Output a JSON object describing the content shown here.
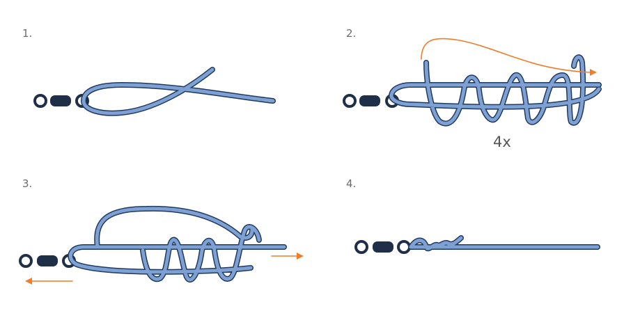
{
  "steps": [
    {
      "number": "1."
    },
    {
      "number": "2.",
      "wrap_count": "4x"
    },
    {
      "number": "3."
    },
    {
      "number": "4."
    }
  ],
  "colors": {
    "line_fill": "#7ea0d2",
    "line_outline": "#1f3a5f",
    "swivel": "#1f2f47",
    "arrow": "#ef7d2a"
  },
  "icons": [
    "swivel-icon",
    "arrow-icon"
  ]
}
